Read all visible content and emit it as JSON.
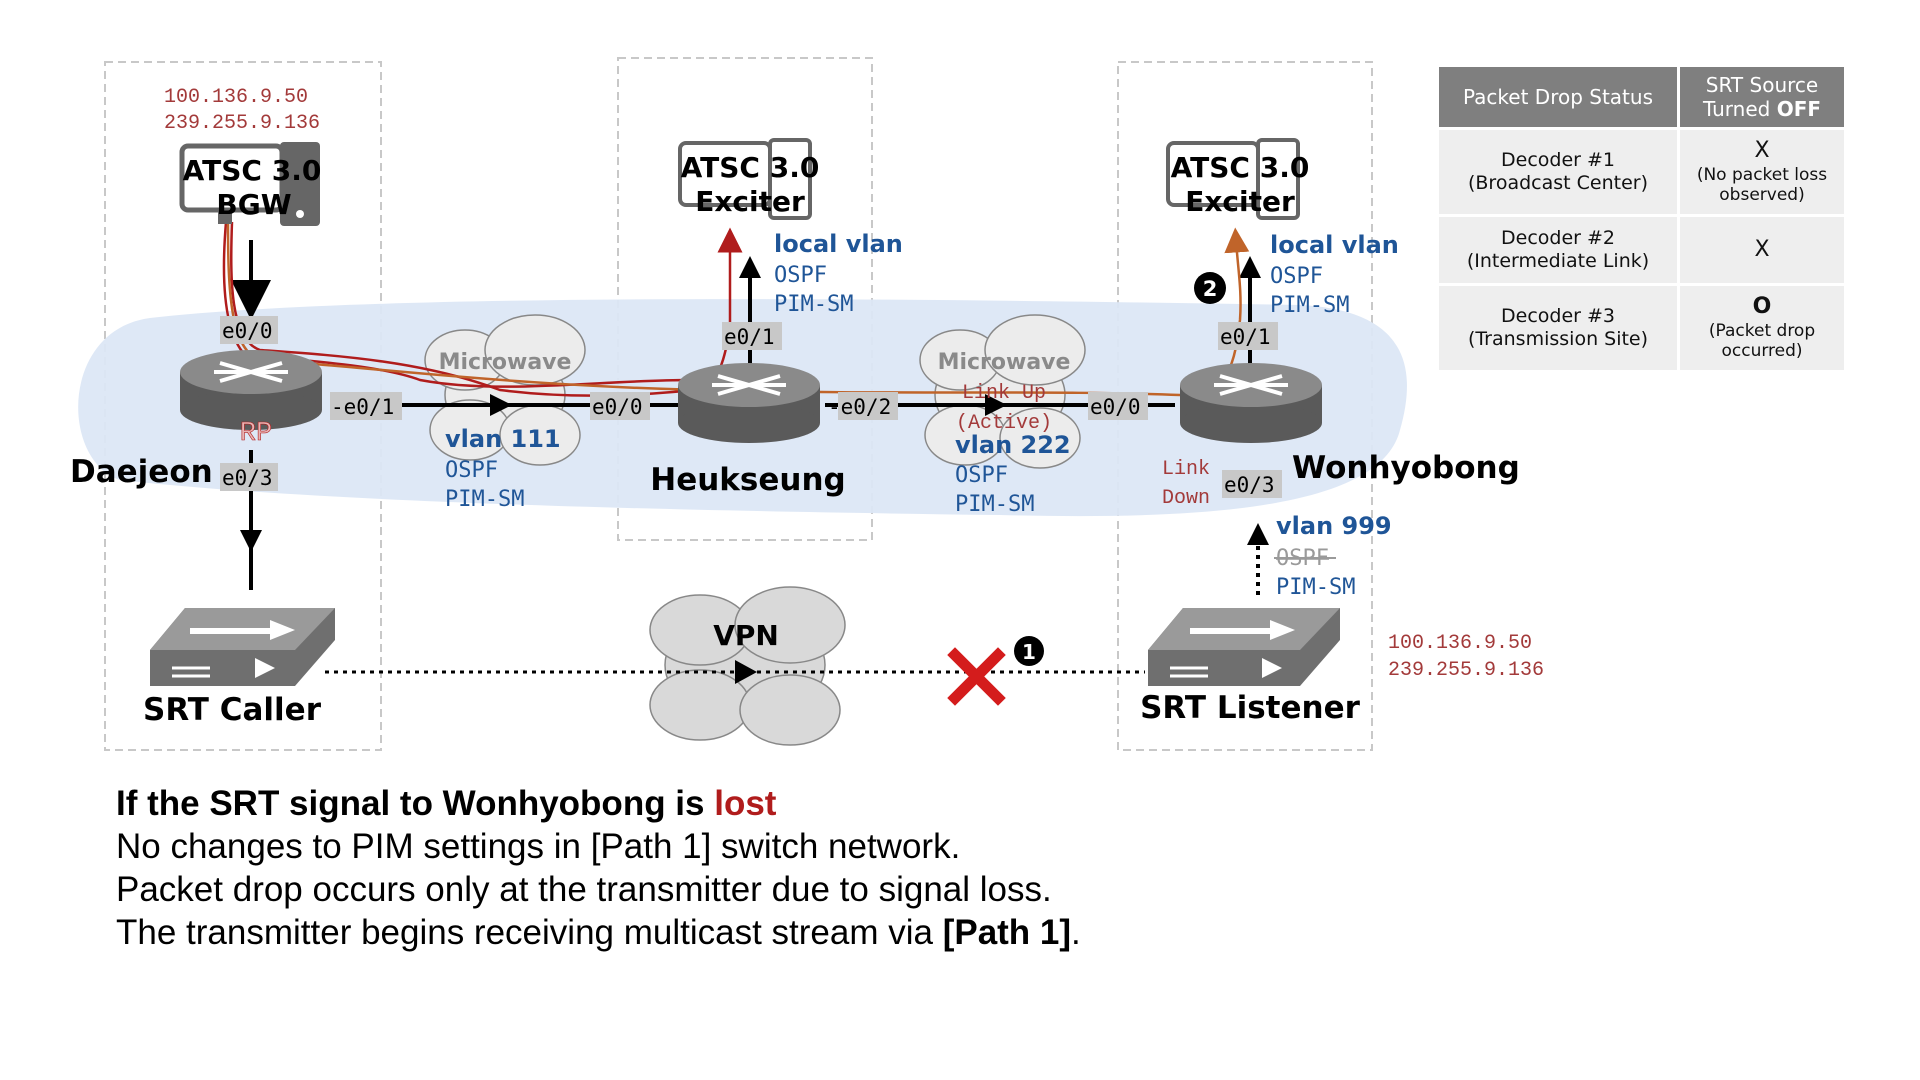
{
  "nodes": {
    "daejeon": {
      "name": "Daejeon",
      "rp": "RP",
      "device": [
        "ATSC 3.0",
        "BGW"
      ],
      "ip1": "100.136.9.50",
      "ip2": "239.255.9.136"
    },
    "heukseung": {
      "name": "Heukseung",
      "device": [
        "ATSC 3.0",
        "Exciter"
      ]
    },
    "wonhyobong": {
      "name": "Wonhyobong",
      "device": [
        "ATSC 3.0",
        "Exciter"
      ],
      "link_status": [
        "Link",
        "Down"
      ]
    },
    "srt_caller": {
      "name": "SRT Caller"
    },
    "srt_listener": {
      "name": "SRT Listener",
      "ip1": "100.136.9.50",
      "ip2": "239.255.9.136"
    }
  },
  "interfaces": {
    "dj_e00": "e0/0",
    "dj_e01": "-e0/1",
    "dj_e03": "e0/3",
    "hk_e00": "e0/0",
    "hk_e01": "e0/1",
    "hk_e02": "-e0/2",
    "wh_e00": "e0/0",
    "wh_e01": "e0/1",
    "wh_e03": "e0/3"
  },
  "links": {
    "microwave1": {
      "label": "Microwave",
      "vlan": "vlan 111",
      "proto1": "OSPF",
      "proto2": "PIM-SM"
    },
    "microwave2": {
      "label": "Microwave",
      "state1": "Link Up",
      "state2": "(Active)",
      "vlan": "vlan 222",
      "proto1": "OSPF",
      "proto2": "PIM-SM"
    },
    "hk_local": {
      "vlan": "local vlan",
      "proto1": "OSPF",
      "proto2": "PIM-SM"
    },
    "wh_local": {
      "vlan": "local vlan",
      "proto1": "OSPF",
      "proto2": "PIM-SM"
    },
    "wh_vlan999": {
      "vlan": "vlan 999",
      "proto1": "OSPF",
      "proto2": "PIM-SM"
    },
    "vpn": {
      "label": "VPN"
    }
  },
  "markers": {
    "m1": "1",
    "m2": "2"
  },
  "status_table": {
    "header_col1": "Packet Drop Status",
    "header_col2_line1": "SRT Source",
    "header_col2_line2a": "Turned ",
    "header_col2_line2b": "OFF",
    "rows": [
      {
        "decoder": "Decoder #1",
        "location": "(Broadcast Center)",
        "mark": "X",
        "note1": "(No packet loss",
        "note2": "observed)"
      },
      {
        "decoder": "Decoder #2",
        "location": "(Intermediate Link)",
        "mark": "X",
        "note1": "",
        "note2": ""
      },
      {
        "decoder": "Decoder #3",
        "location": "(Transmission Site)",
        "mark": "O",
        "note1": "(Packet drop",
        "note2": "occurred)"
      }
    ]
  },
  "caption": {
    "title_a": "If the SRT signal to Wonhyobong is ",
    "title_b": "lost",
    "line1": "No changes to PIM settings in [Path 1] switch network.",
    "line2": "Packet drop occurs only at the transmitter due to signal loss.",
    "line3_a": "The transmitter begins receiving multicast stream via ",
    "line3_b": "[Path 1]",
    "line3_c": "."
  },
  "colors": {
    "highlight": "#dce7f5",
    "blue_text": "#1f5597",
    "red_path": "#b01c1c",
    "orange_path": "#c0642a",
    "ip_text": "#a33a3a",
    "router": "#6f6f6f",
    "cloud": "#d9d9d9"
  }
}
